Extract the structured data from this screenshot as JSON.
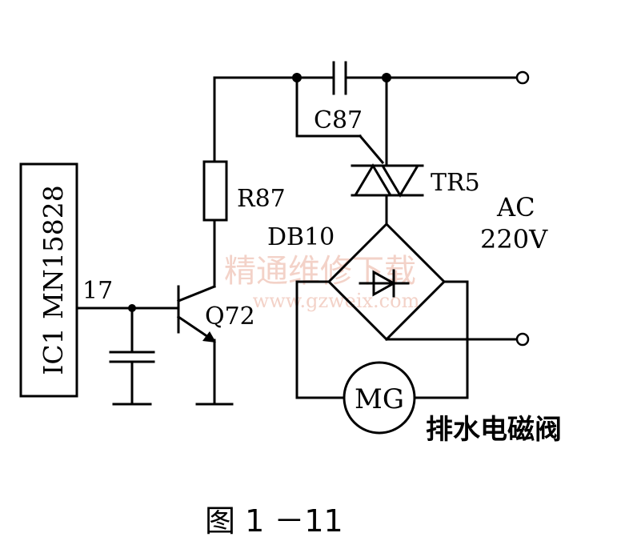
{
  "ic": {
    "label": "IC1 MN15828",
    "pin": "17"
  },
  "components": {
    "resistor": "R87",
    "transistor": "Q72",
    "capacitor": "C87",
    "triac": "TR5",
    "bridge": "DB10",
    "motor": "MG"
  },
  "supply": {
    "line1": "AC",
    "line2": "220V"
  },
  "valve_label": "排水电磁阀",
  "watermark": {
    "cn": "精通维修下载",
    "url": "www.gzweix.com"
  },
  "caption": "图 1 －11"
}
